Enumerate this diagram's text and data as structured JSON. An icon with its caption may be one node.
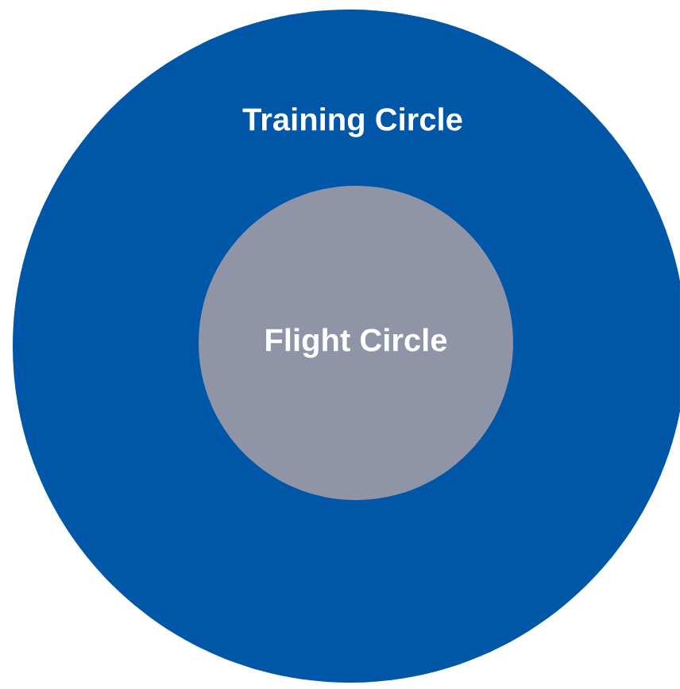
{
  "diagram": {
    "nodes": [
      {
        "text": [
          "Training Circle"
        ]
      },
      {
        "text": [
          "Flight Circle"
        ],
        "in": 0
      }
    ]
  }
}
